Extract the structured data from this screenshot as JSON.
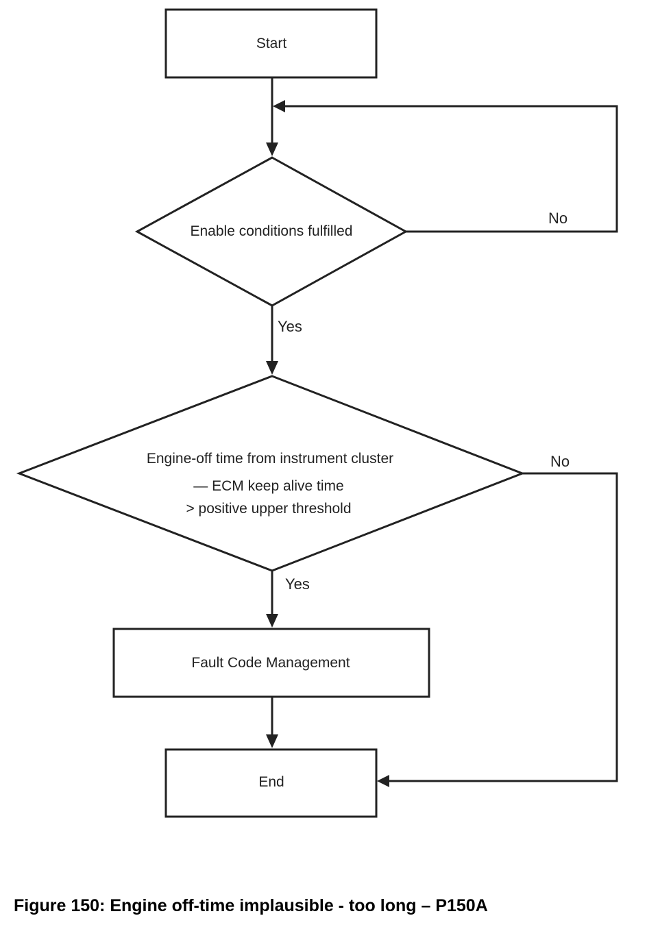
{
  "nodes": {
    "start": "Start",
    "enable_conditions": "Enable conditions fulfilled",
    "engine_off_check": [
      "Engine-off time from instrument cluster",
      "— ECM keep alive time",
      "> positive upper threshold"
    ],
    "fault_code": "Fault Code Management",
    "end": "End"
  },
  "edge_labels": {
    "enable_no": "No",
    "enable_yes": "Yes",
    "engine_no": "No",
    "engine_yes": "Yes"
  },
  "caption": "Figure 150: Engine off-time implausible - too long – P150A"
}
